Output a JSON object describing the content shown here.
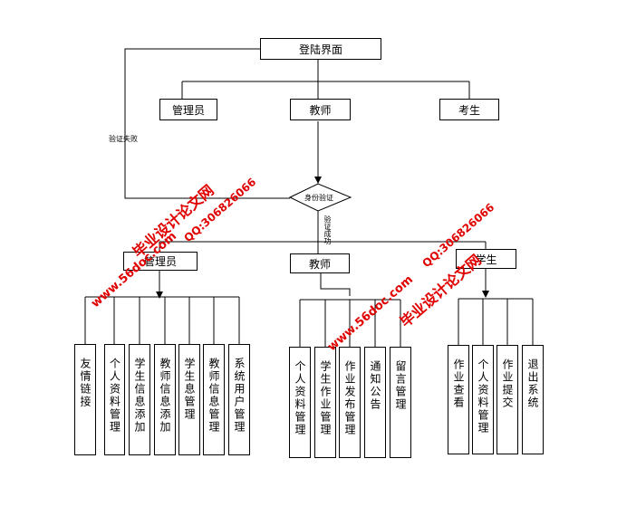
{
  "diagram": {
    "top": {
      "login": "登陆界面",
      "admin": "管理员",
      "teacher": "教师",
      "examinee": "考生"
    },
    "decision": "身份验证",
    "fail_label": "验证失败",
    "success_label": "验证成功",
    "roles": {
      "admin": "管理员",
      "teacher": "教师",
      "student": "学生"
    },
    "admin_modules": [
      "友情链接",
      "个人资料管理",
      "学生信息添加",
      "教师信息添加",
      "学生息管理",
      "教师信息管理",
      "系统用户管理"
    ],
    "teacher_modules": [
      "个人资料管理",
      "学生作业管理",
      "作业发布管理",
      "通知公告",
      "留言管理"
    ],
    "student_modules": [
      "作业查看",
      "个人资料管理",
      "作业提交",
      "退出系统"
    ]
  },
  "watermarks": {
    "left": {
      "brand": "毕业设计论文网",
      "url": "www.56doc.com",
      "qq": "QQ:306826066"
    },
    "right": {
      "brand": "毕业设计论文网",
      "url": "www.56doc.com",
      "qq": "QQ:306826066"
    }
  },
  "colors": {
    "line": "#000000",
    "watermark": "#e00000"
  }
}
